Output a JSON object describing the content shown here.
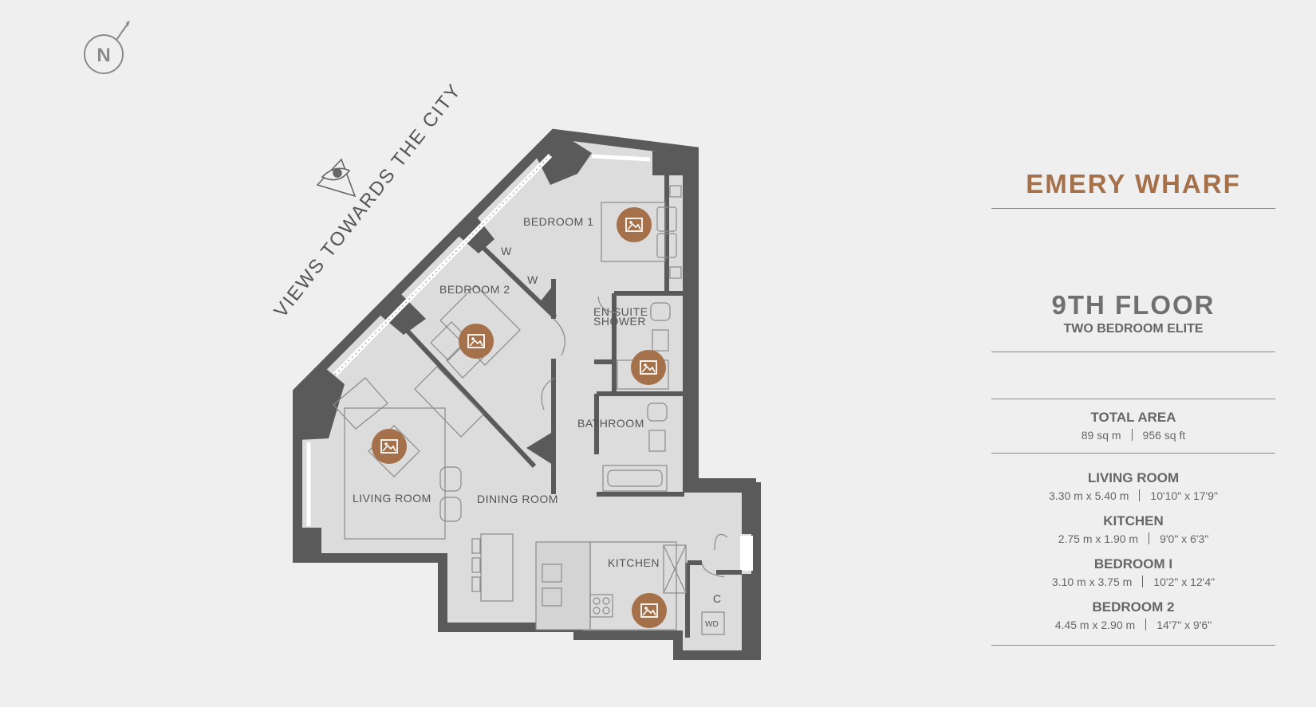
{
  "plan": {
    "compass_letter": "N",
    "view_label": "VIEWS TOWARDS THE CITY",
    "rooms": {
      "bedroom1": "BEDROOM 1",
      "bedroom2": "BEDROOM 2",
      "ensuite_line1": "EN SUITE",
      "ensuite_line2": "SHOWER",
      "bathroom": "BATHROOM",
      "living": "LIVING ROOM",
      "dining": "DINING ROOM",
      "kitchen": "KITCHEN"
    },
    "wardrobe_label": "W",
    "cupboard_label": "C",
    "washer_label": "WD",
    "camera_icon": "image-icon",
    "colors": {
      "wall": "#5a5a5a",
      "floor": "#dcdcdc",
      "accent": "#a5714a"
    }
  },
  "sidebar": {
    "development": "EMERY WHARF",
    "floor": "9TH FLOOR",
    "unit_type": "TWO BEDROOM ELITE",
    "total_area": {
      "label": "TOTAL AREA",
      "metric": "89 sq m",
      "imperial": "956 sq ft"
    },
    "rooms": [
      {
        "name": "LIVING ROOM",
        "metric": "3.30 m x 5.40 m",
        "imperial": "10'10\" x 17'9\""
      },
      {
        "name": "KITCHEN",
        "metric": "2.75 m x 1.90 m",
        "imperial": "9'0\" x 6'3\""
      },
      {
        "name": "BEDROOM I",
        "metric": "3.10 m x 3.75 m",
        "imperial": "10'2\" x 12'4\""
      },
      {
        "name": "BEDROOM 2",
        "metric": "4.45 m x 2.90 m",
        "imperial": "14'7\" x 9'6\""
      }
    ]
  }
}
